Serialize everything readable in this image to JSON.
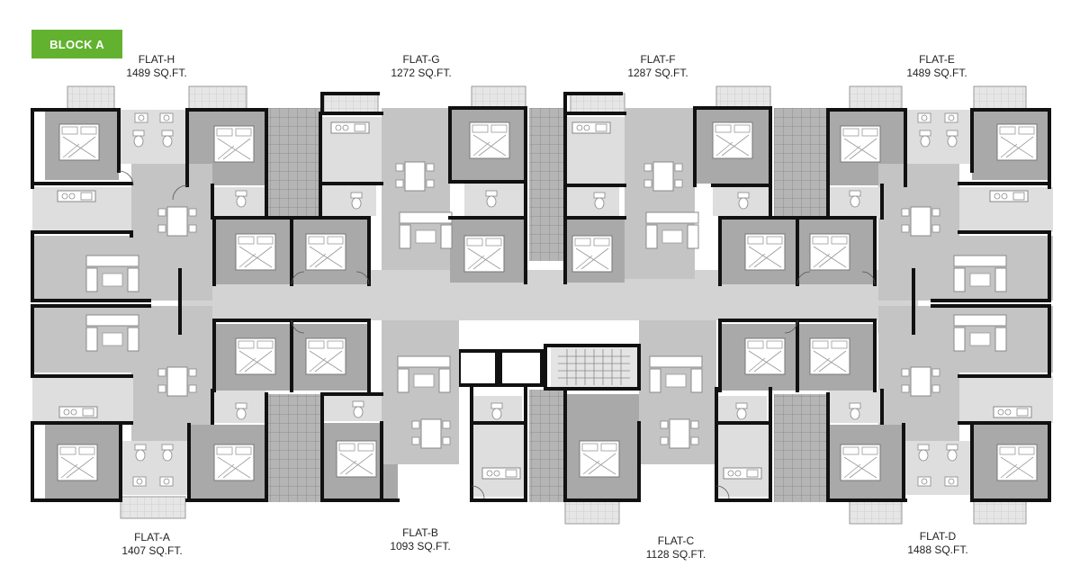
{
  "block_label": "BLOCK A",
  "flats": {
    "h": {
      "name": "FLAT-H",
      "area": "1489 SQ.FT."
    },
    "g": {
      "name": "FLAT-G",
      "area": "1272 SQ.FT."
    },
    "f": {
      "name": "FLAT-F",
      "area": "1287 SQ.FT."
    },
    "e": {
      "name": "FLAT-E",
      "area": "1489 SQ.FT."
    },
    "a": {
      "name": "FLAT-A",
      "area": "1407 SQ.FT."
    },
    "b": {
      "name": "FLAT-B",
      "area": "1093 SQ.FT."
    },
    "c": {
      "name": "FLAT-C",
      "area": "1128 SQ.FT."
    },
    "d": {
      "name": "FLAT-D",
      "area": "1488 SQ.FT."
    }
  },
  "colors": {
    "badge": "#62b22f",
    "wall": "#111111",
    "room_dark": "#a9a9a9",
    "room_mid": "#c4c4c4",
    "room_light": "#dedede",
    "corridor": "#d3d3d3",
    "balcony": "#e9e9e9",
    "furniture": "#ffffff"
  }
}
